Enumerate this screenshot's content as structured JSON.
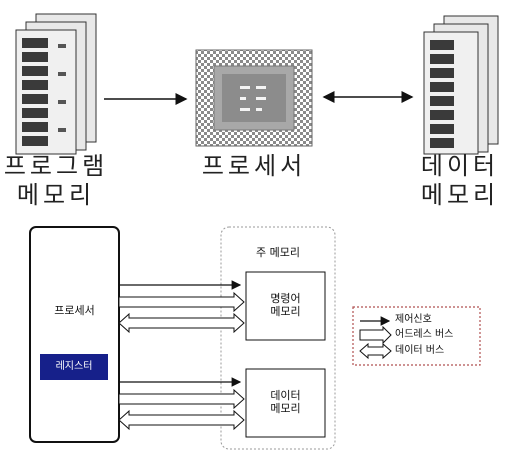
{
  "top": {
    "program_memory": {
      "line1": "프로그램",
      "line2": "메모리"
    },
    "processor": "프로세서",
    "data_memory": {
      "line1": "데이터",
      "line2": "메모리"
    }
  },
  "bottom": {
    "cpu_label": "프로세서",
    "register_label": "레지스터",
    "main_memory_label": "주 메모리",
    "instruction_memory": {
      "line1": "명령어",
      "line2": "메모리"
    },
    "data_memory": {
      "line1": "데이터",
      "line2": "메모리"
    }
  },
  "legend": {
    "items": [
      "제어신호",
      "어드레스 버스",
      "데이터 버스"
    ]
  },
  "colors": {
    "register_fill": "#16208a",
    "legend_border": "#b05050",
    "chip_gray": "#9a9a9a"
  }
}
